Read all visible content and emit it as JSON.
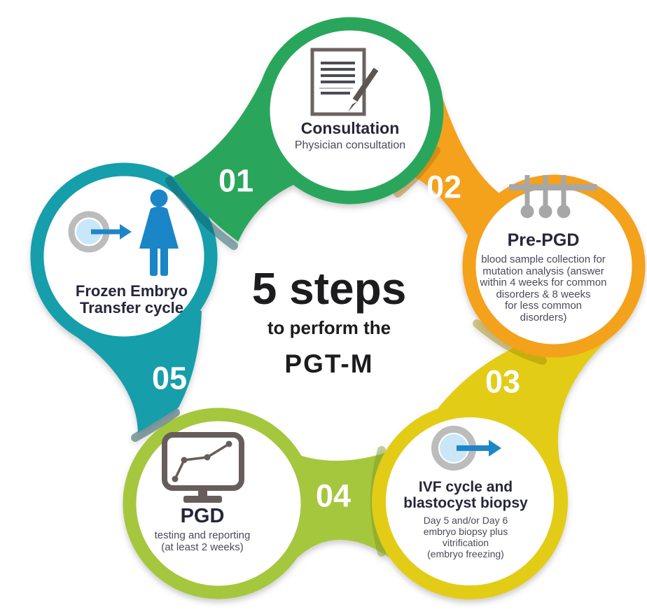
{
  "center": {
    "line1": "5 steps",
    "line2": "to perform the",
    "line3": "PGT-M"
  },
  "steps": [
    {
      "number": "01",
      "title": "Consultation",
      "desc_lines": [
        "Physician consultation"
      ],
      "color": "#2AA65C",
      "icon": "document-pen-icon"
    },
    {
      "number": "02",
      "title": "Pre-PGD",
      "desc_lines": [
        "blood sample collection for",
        "mutation analysis (answer",
        "within 4 weeks for common",
        "disorders & 8 weeks",
        "for less common",
        "disorders)"
      ],
      "color": "#F4A11D",
      "icon": "test-tubes-icon"
    },
    {
      "number": "03",
      "title_lines": [
        "IVF cycle and",
        "blastocyst biopsy"
      ],
      "desc_lines": [
        "Day 5 and/or Day 6",
        "embryo biopsy plus",
        "vitrification",
        "(embryo freezing)"
      ],
      "color": "#E3CC15",
      "icon": "embryo-arrow-icon"
    },
    {
      "number": "04",
      "title": "PGD",
      "desc_lines": [
        "testing and reporting",
        "(at least 2 weeks)"
      ],
      "color": "#A5C73D",
      "icon": "monitor-chart-icon"
    },
    {
      "number": "05",
      "title_lines": [
        "Frozen Embryo",
        "Transfer cycle"
      ],
      "desc_lines": [],
      "color": "#189EAB",
      "icon": "embryo-woman-icon"
    }
  ],
  "palette": {
    "background": "#FFFFFF",
    "number_text": "#FFFFFF",
    "title_text": "#262639",
    "body_text": "#4A4A5C",
    "center_text": "#1C1C1E",
    "icon_gray": "#A7A7A7",
    "icon_dark_gray": "#675E5B",
    "icon_blue": "#1A85C7",
    "icon_light_blue": "#C9E7F8"
  }
}
